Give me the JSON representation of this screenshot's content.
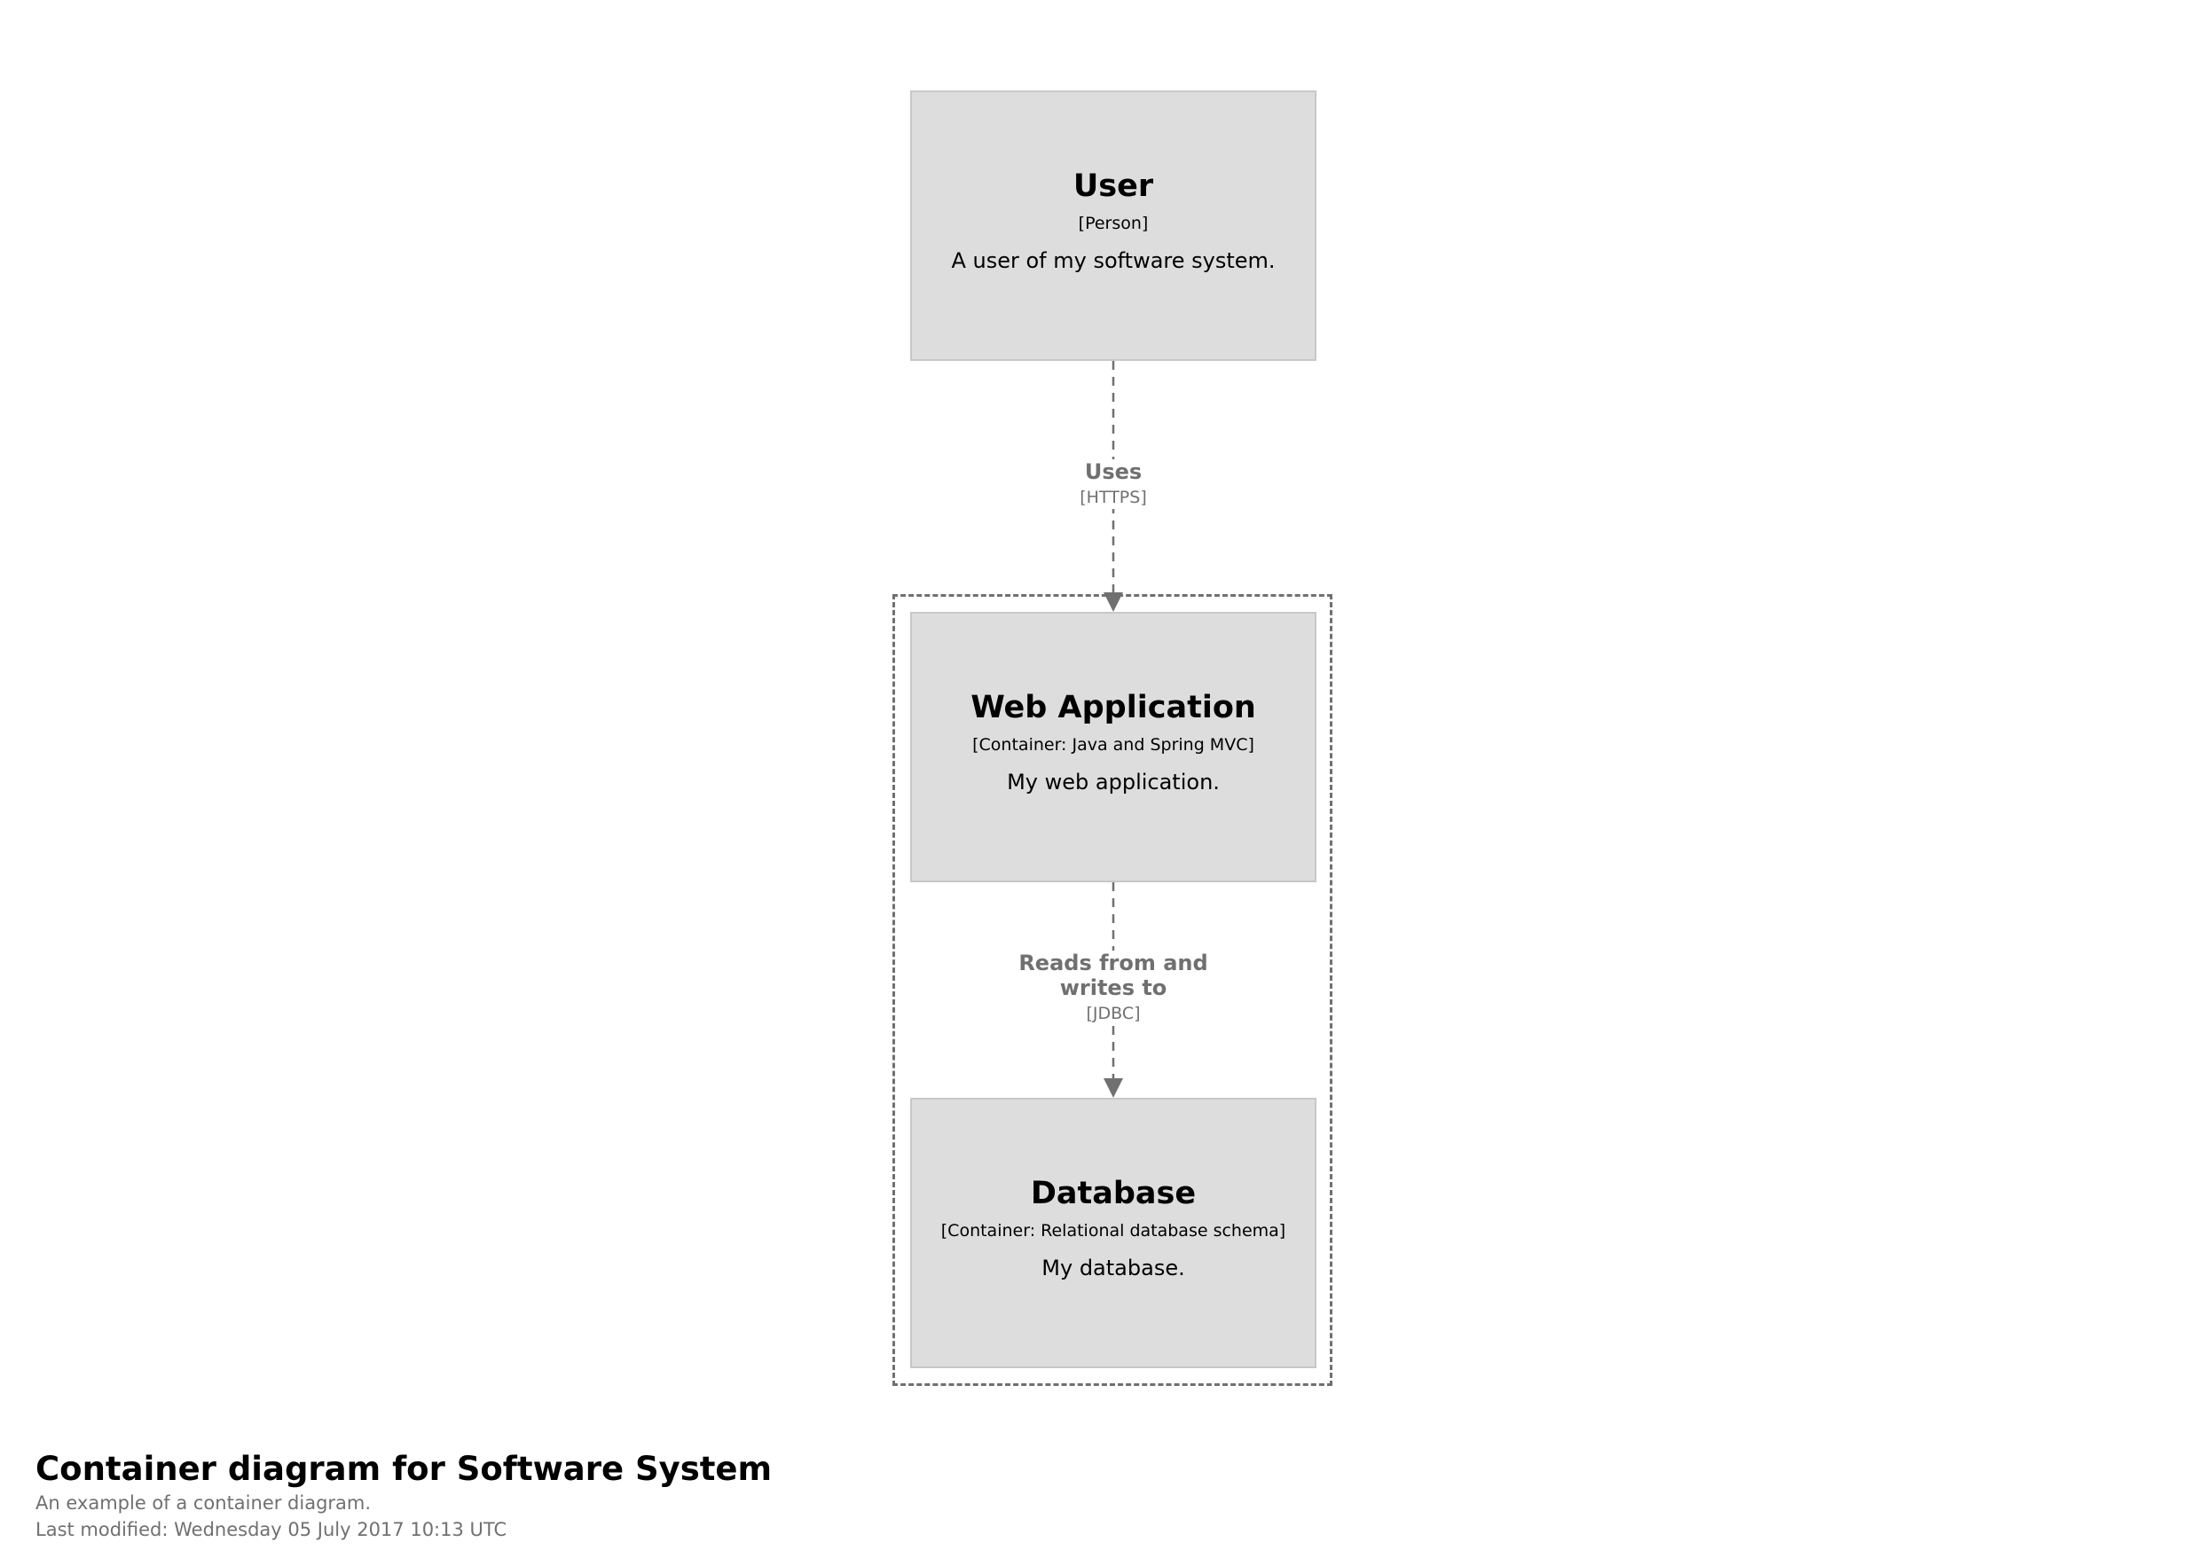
{
  "diagram": {
    "nodes": [
      {
        "id": "user",
        "title": "User",
        "type": "[Person]",
        "description": "A user of my software system."
      },
      {
        "id": "webapp",
        "title": "Web Application",
        "type": "[Container: Java and Spring MVC]",
        "description": "My web application."
      },
      {
        "id": "database",
        "title": "Database",
        "type": "[Container: Relational database schema]",
        "description": "My database."
      }
    ],
    "edges": [
      {
        "from": "user",
        "to": "webapp",
        "label": "Uses",
        "technology": "[HTTPS]"
      },
      {
        "from": "webapp",
        "to": "database",
        "label": "Reads from and writes to",
        "technology": "[JDBC]"
      }
    ],
    "colors": {
      "node_fill": "#dddddd",
      "node_border": "#c8c8c8",
      "edge": "#707070",
      "boundary": "#707070"
    }
  },
  "footer": {
    "title": "Container diagram for Software System",
    "description": "An example of a container diagram.",
    "last_modified": "Last modified: Wednesday 05 July 2017 10:13 UTC"
  }
}
